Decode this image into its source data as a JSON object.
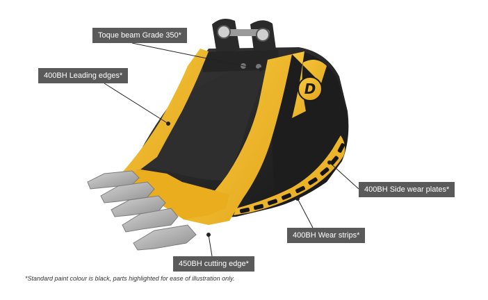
{
  "callouts": {
    "torque_beam": "Toque beam Grade 350*",
    "leading_edges": "400BH Leading edges*",
    "side_wear_plates": "400BH Side wear plates*",
    "wear_strips": "400BH Wear strips*",
    "cutting_edge": "450BH cutting edge*"
  },
  "brand_letter": "D",
  "footnote": "*Standard paint colour is black, parts highlighted for ease of illustration only.",
  "colors": {
    "highlight_yellow": "#f2b824",
    "bucket_black": "#262626",
    "tooth_grey": "#b4b4b4",
    "callout_grey": "#5a5a5a"
  }
}
